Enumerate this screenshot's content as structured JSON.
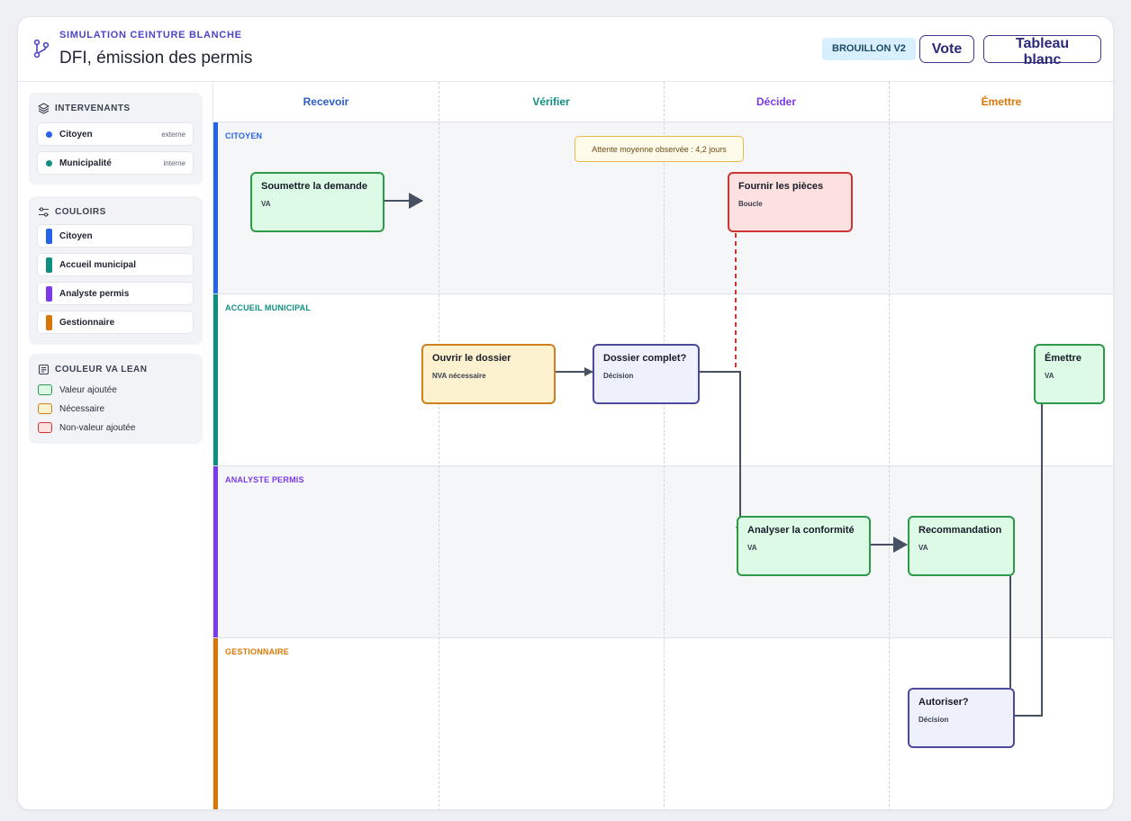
{
  "header": {
    "eyebrow": "SIMULATION CEINTURE BLANCHE",
    "title": "DFI, émission des permis",
    "badge": "BROUILLON V2",
    "vote_label": "Vote",
    "board_label": "Tableau blanc"
  },
  "sidebar": {
    "actors_title": "INTERVENANTS",
    "actors": [
      {
        "label": "Citoyen",
        "tag": "externe",
        "color": "#2563eb"
      },
      {
        "label": "Municipalité",
        "tag": "interne",
        "color": "#0f8f80"
      }
    ],
    "lanes_title": "COULOIRS",
    "lanes": [
      {
        "label": "Citoyen",
        "color": "#2563eb"
      },
      {
        "label": "Accueil municipal",
        "color": "#0f8f80"
      },
      {
        "label": "Analyste permis",
        "color": "#7c3aed"
      },
      {
        "label": "Gestionnaire",
        "color": "#d97706"
      }
    ],
    "legend_title": "COULEUR VA LEAN",
    "legend": [
      {
        "label": "Valeur ajoutée",
        "color": "#2d9a4a",
        "fill": "#dcfae6"
      },
      {
        "label": "Nécessaire",
        "color": "#d07f1d",
        "fill": "#fdf2cf"
      },
      {
        "label": "Non-valeur ajoutée",
        "color": "#cf3434",
        "fill": "#fde0e0"
      }
    ]
  },
  "columns": [
    {
      "label": "Recevoir",
      "color": "#2b5fc4"
    },
    {
      "label": "Vérifier",
      "color": "#0f8f80"
    },
    {
      "label": "Décider",
      "color": "#7c3aed"
    },
    {
      "label": "Émettre",
      "color": "#d97706"
    }
  ],
  "swimlanes": [
    {
      "label": "CITOYEN",
      "color": "#2563eb"
    },
    {
      "label": "ACCUEIL MUNICIPAL",
      "color": "#0f8f80"
    },
    {
      "label": "ANALYSTE PERMIS",
      "color": "#7c3aed"
    },
    {
      "label": "GESTIONNAIRE",
      "color": "#d97706"
    }
  ],
  "note": "Attente moyenne observée : 4,2 jours",
  "nodes": {
    "soumettre": {
      "title": "Soumettre la demande",
      "sub": "VA"
    },
    "fournir": {
      "title": "Fournir les pièces",
      "sub": "Boucle"
    },
    "ouvrir": {
      "title": "Ouvrir le dossier",
      "sub": "NVA nécessaire"
    },
    "complet": {
      "title": "Dossier complet?",
      "sub": "Décision"
    },
    "emettre": {
      "title": "Émettre",
      "sub": "VA"
    },
    "analyser": {
      "title": "Analyser la conformité",
      "sub": "VA"
    },
    "recommandation": {
      "title": "Recommandation",
      "sub": "VA"
    },
    "autoriser": {
      "title": "Autoriser?",
      "sub": "Décision"
    }
  },
  "colors": {
    "edge": "#475063",
    "loop_edge": "#cf3434"
  }
}
